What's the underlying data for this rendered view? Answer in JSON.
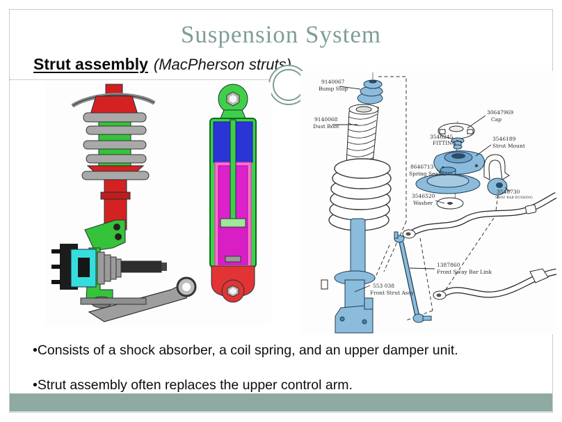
{
  "slide": {
    "title": "Suspension System",
    "heading": "Strut assembly",
    "heading_note": "(MacPherson struts)",
    "bullets": [
      "•Consists of a shock absorber, a coil spring, and an upper damper unit.",
      "•Strut assembly often replaces the upper control arm."
    ]
  },
  "colors": {
    "accent": "#7e9e98",
    "footer_bar": "#8fa9a3",
    "part_blue": "#8bbcdc"
  },
  "parts": {
    "bump_stop": {
      "num": "9140067",
      "name": "Bump Stop"
    },
    "dust_boot": {
      "num": "9140068",
      "name": "Dust Boot"
    },
    "cap": {
      "num": "30647969",
      "name": "Cap"
    },
    "fitting": {
      "num": "3546245",
      "name": "FITTING"
    },
    "strut_mount": {
      "num": "3546189",
      "name": "Strut Mount"
    },
    "spring_seat": {
      "num": "8646713",
      "name": "Spring Seat"
    },
    "washer": {
      "num": "3546520",
      "name": "Washer"
    },
    "sway_bar_bushing": {
      "num": "3546730",
      "name": "SWAY BAR BUSHING"
    },
    "front_sway_bar_link": {
      "num": "1387860",
      "name": "Front Sway Bar Link"
    },
    "front_strut_assy": {
      "num": "553 038",
      "name": "Front Strut Assy"
    }
  }
}
